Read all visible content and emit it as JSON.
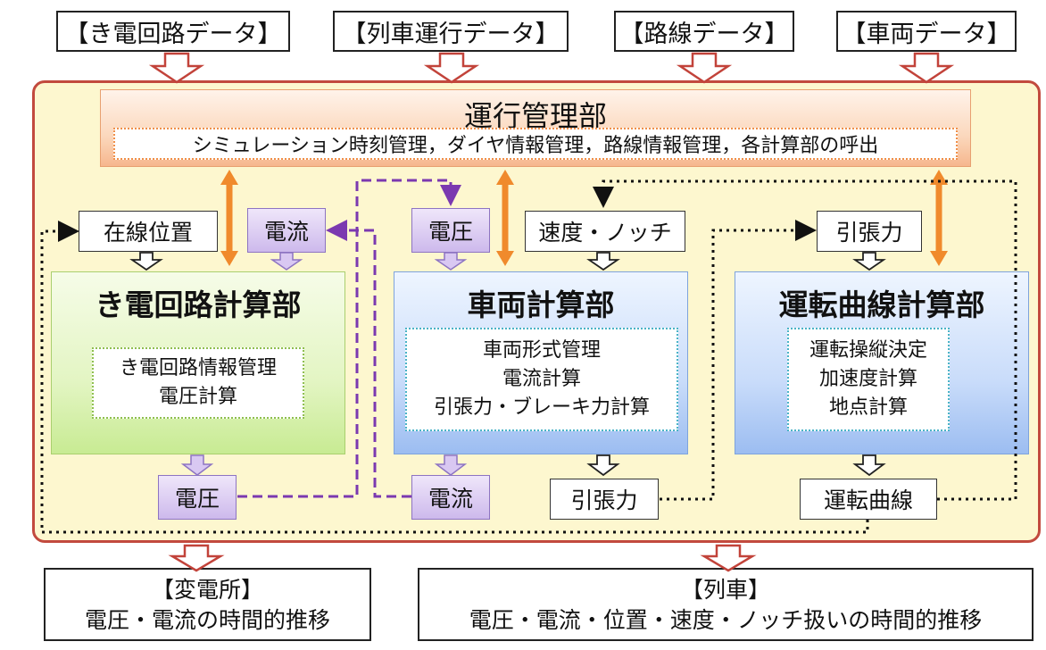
{
  "inputs": {
    "feeder_data": "【き電回路データ】",
    "train_operation_data": "【列車運行データ】",
    "route_data": "【路線データ】",
    "vehicle_data": "【車両データ】"
  },
  "operation_management": {
    "title": "運行管理部",
    "functions": "シミュレーション時刻管理，ダイヤ情報管理，路線情報管理，各計算部の呼出"
  },
  "feeder_calc": {
    "title": "き電回路計算部",
    "functions": [
      "き電回路情報管理",
      "電圧計算"
    ],
    "input_position": "在線位置",
    "input_current": "電流",
    "output_voltage": "電圧"
  },
  "vehicle_calc": {
    "title": "車両計算部",
    "functions": [
      "車両形式管理",
      "電流計算",
      "引張力・ブレーキ力計算"
    ],
    "input_voltage": "電圧",
    "input_speed_notch": "速度・ノッチ",
    "output_current": "電流",
    "output_tractive": "引張力"
  },
  "run_curve_calc": {
    "title": "運転曲線計算部",
    "functions": [
      "運転操縦決定",
      "加速度計算",
      "地点計算"
    ],
    "input_tractive": "引張力",
    "output_curve": "運転曲線"
  },
  "outputs": {
    "substation_title": "【変電所】",
    "substation_desc": "電圧・電流の時間的推移",
    "train_title": "【列車】",
    "train_desc": "電圧・電流・位置・速度・ノッチ扱いの時間的推移"
  },
  "colors": {
    "frame_border": "#c24a3e",
    "frame_fill": "#fdf7cf",
    "orange_arrow": "#f08a2c",
    "purple_line": "#7b39b0",
    "black_dotted": "#111111"
  }
}
